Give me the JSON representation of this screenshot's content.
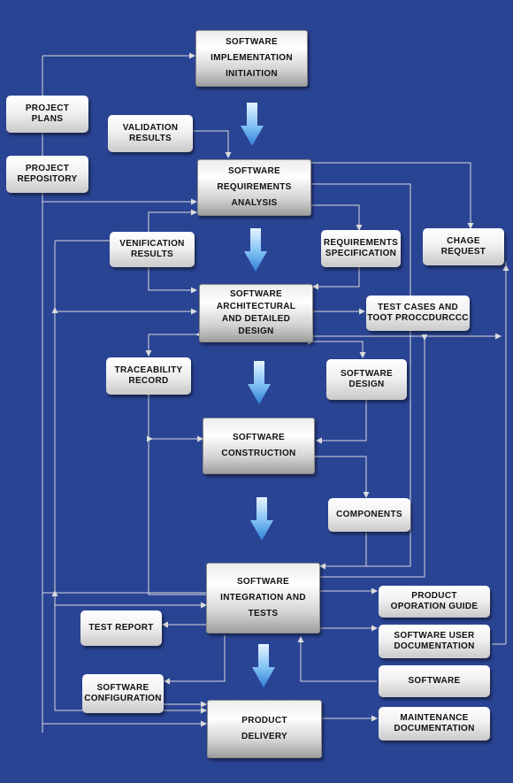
{
  "main_steps": {
    "initiation": "SOFTWARE\nIMPLEMENTATION\nINITIAITION",
    "requirements_analysis": "SOFTWARE\nREQUIREMENTS\nANALYSIS",
    "architectural_design": "SOFTWARE\nARCHITECTURAL\nAND DETAILED\nDESIGN",
    "construction": "SOFTWARE\nCONSTRUCTION",
    "integration_tests": "SOFTWARE\nINTEGRATION AND\nTESTS",
    "product_delivery": "PRODUCT\nDELIVERY"
  },
  "artifacts": {
    "project_plans": "PROJECT\nPLANS",
    "project_repository": "PROJECT\nREPOSITORY",
    "validation_results": "VALIDATION\nRESULTS",
    "verification_results": "VENIFICATION\nRESULTS",
    "requirements_specification": "REQUIREMENTS\nSPECIFICATION",
    "change_request": "CHAGE\nREQUEST",
    "test_cases": "TEST CASES AND\nTOOT PROCCDURCCC",
    "traceability_record": "TRACEABILITY\nRECORD",
    "software_design": "SOFTWARE\nDESIGN",
    "components": "COMPONENTS",
    "product_operation_guide": "PRODUCT\nOPORATION GUIDE",
    "test_report": "TEST REPORT",
    "software_user_documentation": "SOFTWARE USER\nDOCUMENTATION",
    "software_configuration": "SOFTWARE\nCONFIGURATION",
    "software": "SOFTWARE",
    "maintenance_documentation": "MAINTENANCE\nDOCUMENTATION"
  },
  "colors": {
    "background": "#2a4494",
    "connector": "#d8d8d8",
    "flow_arrow_top": "#e6f4ff",
    "flow_arrow_bottom": "#3b8fe0"
  }
}
